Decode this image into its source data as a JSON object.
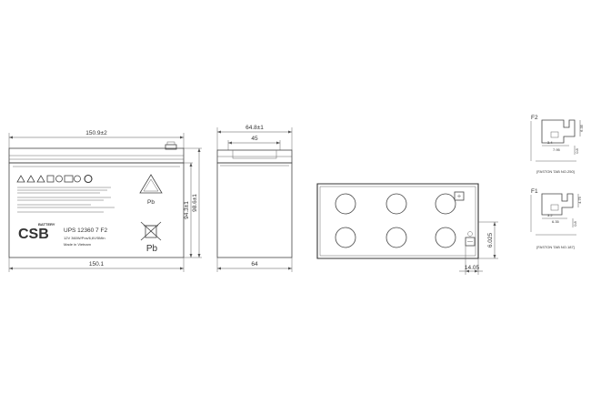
{
  "front_view": {
    "dim_top_length": "150.9±2",
    "dim_bottom_length": "150.1",
    "dim_height_total": "98.6±1",
    "dim_height_body": "94.3±1",
    "label": {
      "battery_word": "BATTERY",
      "brand_logo": "CSB",
      "model": "UPS 12360 7 F2",
      "spec": "12V 360W/Pcs/6,6V/5Min",
      "made_in": "Made in Vietnam",
      "pb_symbol": "Pb",
      "pb_crossed_bin": "Pb"
    }
  },
  "side_view": {
    "dim_top_width": "64.8±1",
    "dim_top_inner": "45",
    "dim_bottom_width": "64"
  },
  "top_view": {
    "dim_terminal_offset": "6.025",
    "dim_terminal_width": "14.05"
  },
  "terminals": {
    "f2": {
      "tag": "F2",
      "dims": [
        "6.35",
        "3.4",
        "7.95",
        "0.8"
      ],
      "caption": "[FASTON TAB NO.250]"
    },
    "f1": {
      "tag": "F1",
      "dims": [
        "4.75",
        "3.2",
        "6.35",
        "0.8"
      ],
      "caption": "[FASTON TAB NO.187]"
    }
  },
  "colors": {
    "line": "#444444",
    "text": "#333333",
    "brand_red": "#c8102e",
    "background": "#ffffff"
  }
}
